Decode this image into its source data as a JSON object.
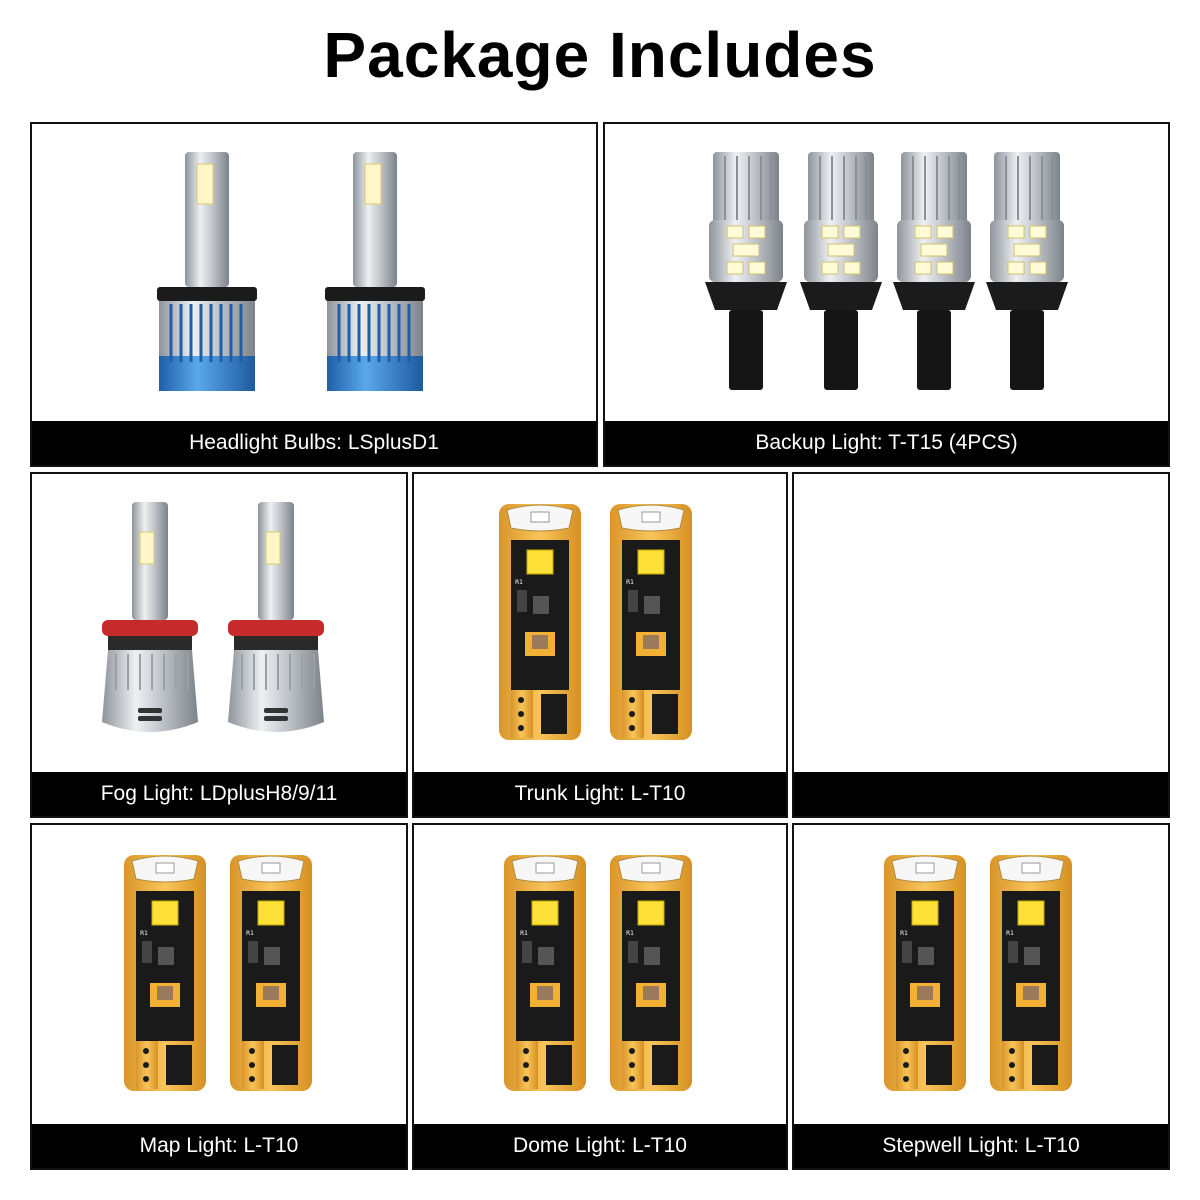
{
  "title": "Package Includes",
  "products": [
    {
      "caption": "Headlight Bulbs: LSplusD1",
      "icon": "hid-style-led-headlight-bulb",
      "count": 2
    },
    {
      "caption": "Backup Light: T-T15 (4PCS)",
      "icon": "t15-wedge-led-bulb",
      "count": 4
    },
    {
      "caption": "Fog Light: LDplusH8/9/11",
      "icon": "h11-fog-led-bulb",
      "count": 2
    },
    {
      "caption": "Trunk Light: L-T10",
      "icon": "t10-wedge-led-bulb",
      "count": 2
    },
    {
      "caption": "",
      "icon": "",
      "count": 0
    },
    {
      "caption": "Map Light: L-T10",
      "icon": "t10-wedge-led-bulb",
      "count": 2
    },
    {
      "caption": "Dome Light: L-T10",
      "icon": "t10-wedge-led-bulb",
      "count": 2
    },
    {
      "caption": "Stepwell Light: L-T10",
      "icon": "t10-wedge-led-bulb",
      "count": 2
    }
  ],
  "colors": {
    "caption_bg": "#000000",
    "pcb_gold": "#f2b134",
    "pcb_black": "#1a1a1a",
    "heatsink_blue": "#2f7fd1",
    "chrome": "#c9ccd1"
  }
}
